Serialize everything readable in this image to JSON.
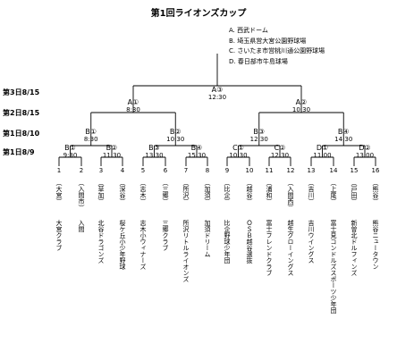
{
  "title": "第1回ライオンズカップ",
  "venues": [
    "A. 西武ドーム",
    "B. 埼玉県営大宮公園野球場",
    "C. さいたま市営桃川通公園野球場",
    "D. 春日部市牛島球場"
  ],
  "days": [
    {
      "label": "第3日8/15"
    },
    {
      "label": "第2日8/15"
    },
    {
      "label": "第1日8/10"
    },
    {
      "label": "第1日8/9"
    }
  ],
  "matches": [
    {
      "id": "m1",
      "venue": "B①",
      "time": "9:30"
    },
    {
      "id": "m2",
      "venue": "B②",
      "time": "11:30"
    },
    {
      "id": "m3",
      "venue": "B③",
      "time": "13:30"
    },
    {
      "id": "m4",
      "venue": "B④",
      "time": "15:30"
    },
    {
      "id": "m5",
      "venue": "C①",
      "time": "10:30"
    },
    {
      "id": "m6",
      "venue": "C②",
      "time": "12:30"
    },
    {
      "id": "m7",
      "venue": "D①",
      "time": "11:00"
    },
    {
      "id": "m8",
      "venue": "D②",
      "time": "13:00"
    },
    {
      "id": "q1",
      "venue": "B①",
      "time": "8:30"
    },
    {
      "id": "q2",
      "venue": "B②",
      "time": "10:30"
    },
    {
      "id": "q3",
      "venue": "B③",
      "time": "12:30"
    },
    {
      "id": "q4",
      "venue": "B④",
      "time": "14:30"
    },
    {
      "id": "s1",
      "venue": "A①",
      "time": "8:30"
    },
    {
      "id": "s2",
      "venue": "A②",
      "time": "10:30"
    },
    {
      "id": "f",
      "venue": "A③",
      "time": "12:30"
    }
  ],
  "teams": [
    {
      "num": "1",
      "region": "（大宮）",
      "name": "大宮クラブ"
    },
    {
      "num": "2",
      "region": "（入間市）",
      "name": "入間"
    },
    {
      "num": "3",
      "region": "（草加）",
      "name": "北谷ドラゴンズ"
    },
    {
      "num": "4",
      "region": "（深谷）",
      "name": "桜ケ丘小少年野球"
    },
    {
      "num": "5",
      "region": "（志木）",
      "name": "志木小ウィナーズ"
    },
    {
      "num": "6",
      "region": "（三郷）",
      "name": "三郷クラブ"
    },
    {
      "num": "7",
      "region": "（所沢）",
      "name": "所沢リトルライオンズ"
    },
    {
      "num": "8",
      "region": "（加須）",
      "name": "加須ドリーム"
    },
    {
      "num": "9",
      "region": "（比企）",
      "name": "比企野球少年団"
    },
    {
      "num": "10",
      "region": "（越谷）",
      "name": "ＯＳＢ越谷選抜"
    },
    {
      "num": "11",
      "region": "（浦和）",
      "name": "富士フレンドクラブ"
    },
    {
      "num": "12",
      "region": "（入間西）",
      "name": "越生グローイングス"
    },
    {
      "num": "13",
      "region": "（吉川）",
      "name": "吉川ウイングス"
    },
    {
      "num": "14",
      "region": "（上尾）",
      "name": "富士見コンドルズスポーツ少年団"
    },
    {
      "num": "15",
      "region": "（戸田）",
      "name": "新曽北ドルフィンズ"
    },
    {
      "num": "16",
      "region": "（熊谷）",
      "name": "熊谷ニュータウン"
    }
  ]
}
